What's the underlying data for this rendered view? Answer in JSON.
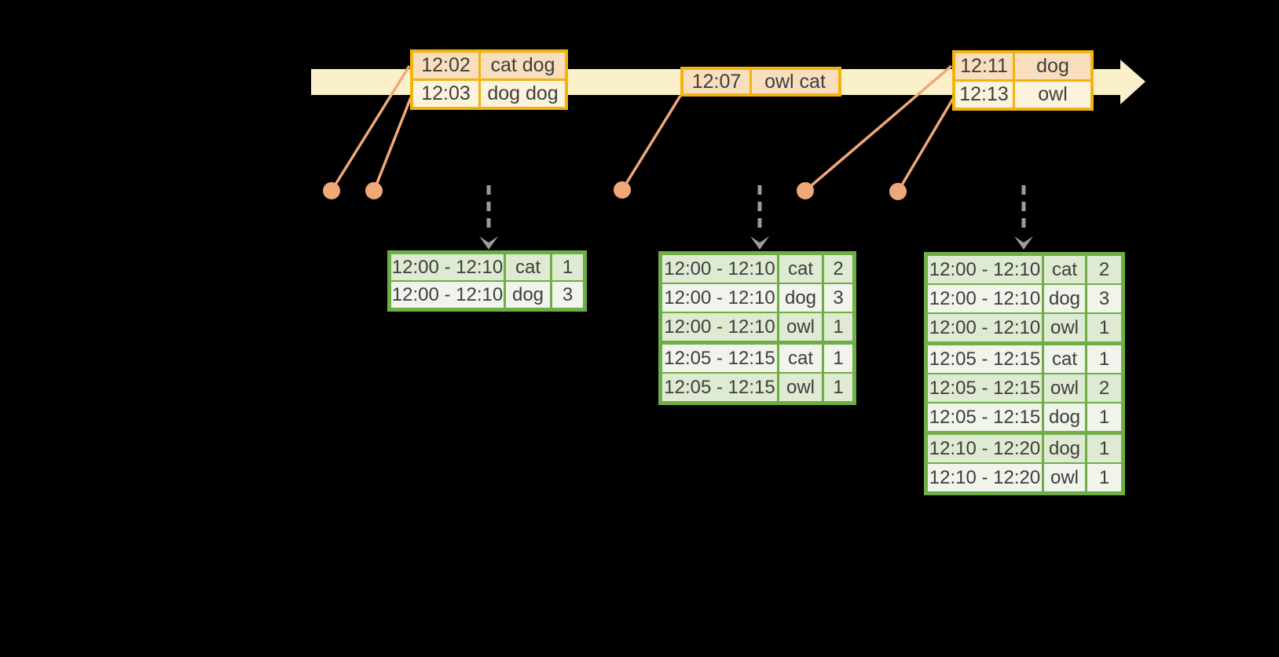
{
  "colors": {
    "background": "#000000",
    "timeline_band": "#FAF1CB",
    "event_table_border": "#F1B40E",
    "event_row_peach": "#F8DEBD",
    "event_row_cream": "#FCF3DD",
    "event_dot_salmon": "#F1A878",
    "result_table_border": "#6FAE46",
    "result_row_dark": "#DEEAD1",
    "result_row_light": "#F0F4EA",
    "emit_arrow_gray": "#9C9C9C",
    "table_text": "#3E3E3E"
  },
  "event_tables": [
    {
      "rows": [
        {
          "time": "12:02",
          "words": "cat dog"
        },
        {
          "time": "12:03",
          "words": "dog dog"
        }
      ]
    },
    {
      "rows": [
        {
          "time": "12:07",
          "words": "owl cat"
        }
      ]
    },
    {
      "rows": [
        {
          "time": "12:11",
          "words": "dog"
        },
        {
          "time": "12:13",
          "words": "owl"
        }
      ]
    }
  ],
  "result_tables": [
    {
      "rows": [
        {
          "window": "12:00 - 12:10",
          "word": "cat",
          "count": "1"
        },
        {
          "window": "12:00 - 12:10",
          "word": "dog",
          "count": "3"
        }
      ]
    },
    {
      "rows": [
        {
          "window": "12:00 - 12:10",
          "word": "cat",
          "count": "2"
        },
        {
          "window": "12:00 - 12:10",
          "word": "dog",
          "count": "3"
        },
        {
          "window": "12:00 - 12:10",
          "word": "owl",
          "count": "1"
        },
        {
          "window": "12:05 - 12:15",
          "word": "cat",
          "count": "1"
        },
        {
          "window": "12:05 - 12:15",
          "word": "owl",
          "count": "1"
        }
      ]
    },
    {
      "rows": [
        {
          "window": "12:00 - 12:10",
          "word": "cat",
          "count": "2"
        },
        {
          "window": "12:00 - 12:10",
          "word": "dog",
          "count": "3"
        },
        {
          "window": "12:00 - 12:10",
          "word": "owl",
          "count": "1"
        },
        {
          "window": "12:05 - 12:15",
          "word": "cat",
          "count": "1"
        },
        {
          "window": "12:05 - 12:15",
          "word": "owl",
          "count": "2"
        },
        {
          "window": "12:05 - 12:15",
          "word": "dog",
          "count": "1"
        },
        {
          "window": "12:10 - 12:20",
          "word": "dog",
          "count": "1"
        },
        {
          "window": "12:10 - 12:20",
          "word": "owl",
          "count": "1"
        }
      ]
    }
  ]
}
